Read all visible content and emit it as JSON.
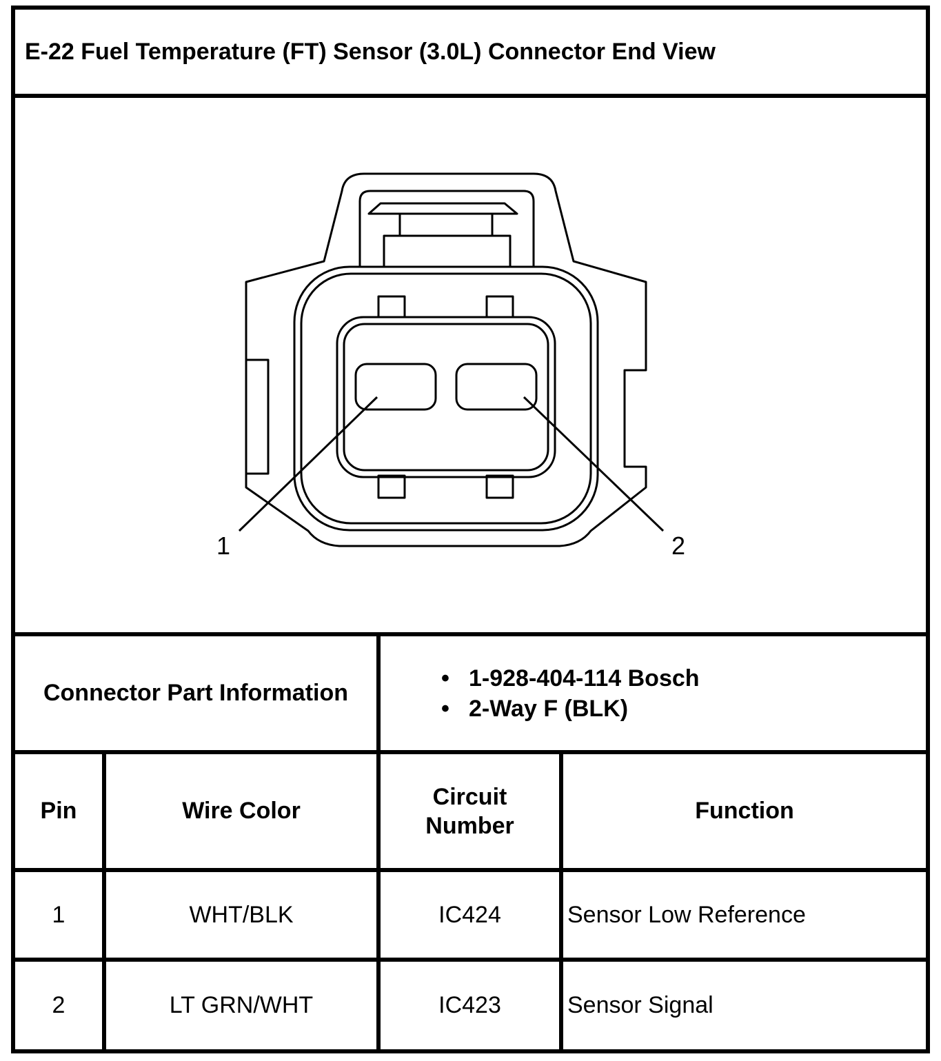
{
  "title": "E-22 Fuel Temperature (FT) Sensor (3.0L) Connector End View",
  "diagram": {
    "pin_labels": [
      "1",
      "2"
    ]
  },
  "part_info": {
    "label": "Connector Part Information",
    "items": [
      "1-928-404-114 Bosch",
      "2-Way F (BLK)"
    ]
  },
  "table": {
    "headers": {
      "pin": "Pin",
      "wire_color": "Wire Color",
      "circuit_line1": "Circuit",
      "circuit_line2": "Number",
      "function": "Function"
    },
    "rows": [
      {
        "pin": "1",
        "wire_color": "WHT/BLK",
        "circuit": "IC424",
        "function": "Sensor Low Reference"
      },
      {
        "pin": "2",
        "wire_color": "LT GRN/WHT",
        "circuit": "IC423",
        "function": "Sensor Signal"
      }
    ]
  }
}
